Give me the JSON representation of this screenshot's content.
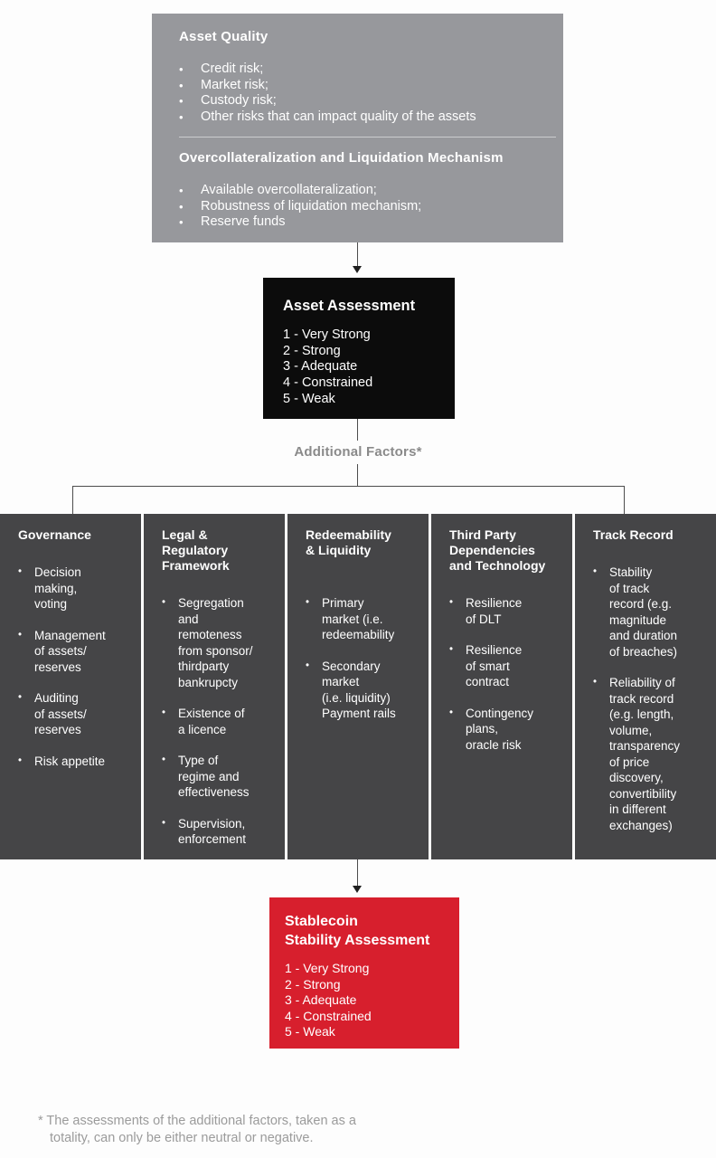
{
  "top_box": {
    "section1": {
      "title": "Asset Quality",
      "items": [
        "Credit risk;",
        "Market risk;",
        "Custody risk;",
        "Other risks that can impact quality of the assets"
      ]
    },
    "section2": {
      "title": "Overcollateralization and Liquidation Mechanism",
      "items": [
        "Available overcollateralization;",
        "Robustness of liquidation mechanism;",
        "Reserve funds"
      ]
    }
  },
  "asset_assessment": {
    "title": "Asset Assessment",
    "scale": [
      "1 - Very Strong",
      "2 - Strong",
      "3 - Adequate",
      "4 - Constrained",
      "5 - Weak"
    ]
  },
  "additional_factors_label": "Additional Factors*",
  "factors": [
    {
      "title": "Governance",
      "items": [
        "Decision\nmaking,\nvoting",
        "Management\nof assets/\nreserves",
        "Auditing\nof assets/\nreserves",
        "Risk appetite"
      ]
    },
    {
      "title": "Legal &\nRegulatory\nFramework",
      "items": [
        "Segregation\nand\nremoteness\nfrom sponsor/\nthirdparty\nbankrupcty",
        "Existence of\na licence",
        "Type of\nregime and\neffectiveness",
        "Supervision,\nenforcement"
      ]
    },
    {
      "title": "Redeemability\n& Liquidity",
      "items": [
        "Primary\nmarket (i.e.\nredeemability",
        "Secondary\nmarket\n(i.e. liquidity)\nPayment rails"
      ]
    },
    {
      "title": "Third Party\nDependencies\nand Technology",
      "items": [
        "Resilience\nof DLT",
        "Resilience\nof smart\ncontract",
        "Contingency\nplans,\noracle risk"
      ]
    },
    {
      "title": "Track Record",
      "items": [
        "Stability\nof track\nrecord (e.g.\nmagnitude\nand duration\nof breaches)",
        "Reliability of\ntrack record\n(e.g. length,\nvolume,\ntransparency\nof price\ndiscovery,\nconvertibility\nin different\nexchanges)"
      ]
    }
  ],
  "stablecoin_assessment": {
    "title": "Stablecoin\nStability Assessment",
    "scale": [
      "1 - Very Strong",
      "2 - Strong",
      "3 - Adequate",
      "4 - Constrained",
      "5 - Weak"
    ]
  },
  "footnote": "* The assessments of the additional factors, taken as a\ntotality, can only be either neutral or negative.",
  "colors": {
    "gray_box": "#97989c",
    "black_box": "#0c0c0c",
    "factor_box": "#454547",
    "red_box": "#d71f2d",
    "connector": "#4d4d4d",
    "label_gray": "#8a8a8a",
    "footnote_gray": "#9b9b9b",
    "text_white": "#ffffff"
  }
}
